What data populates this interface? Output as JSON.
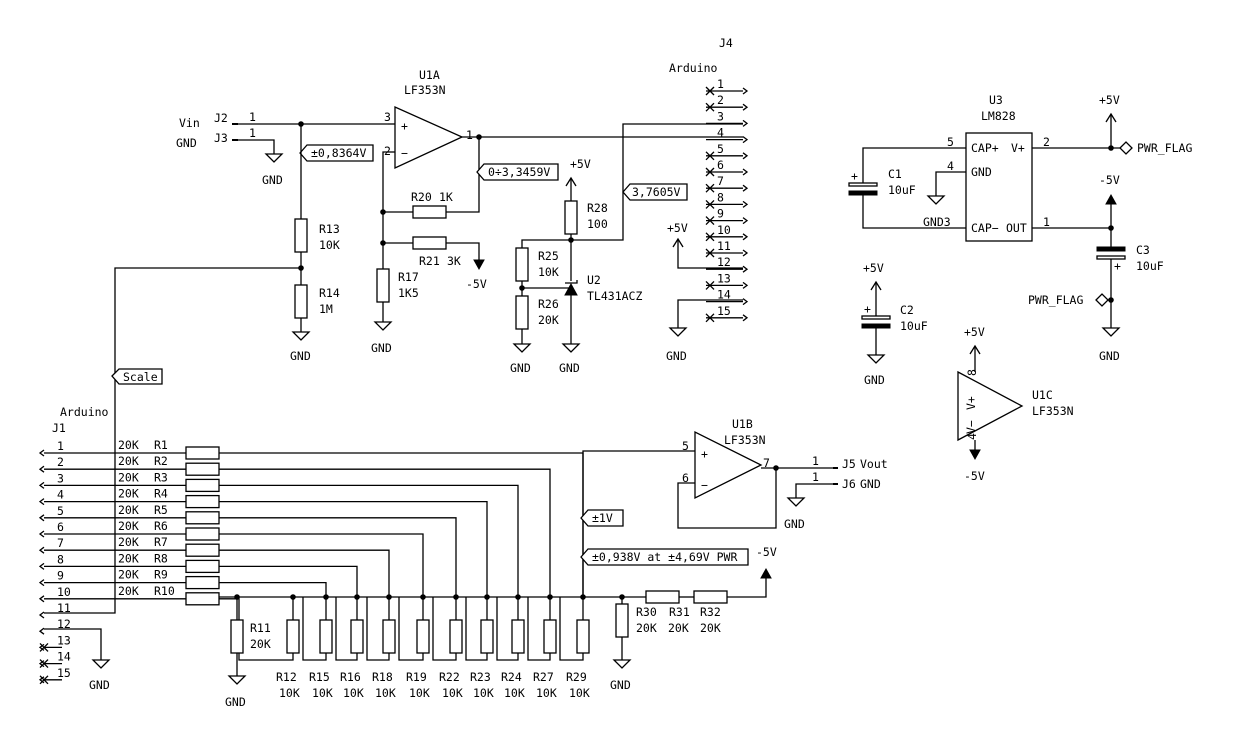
{
  "j4": {
    "ref": "J4",
    "value": "Arduino",
    "pins": [
      "1",
      "2",
      "3",
      "4",
      "5",
      "6",
      "7",
      "8",
      "9",
      "10",
      "11",
      "12",
      "13",
      "14",
      "15"
    ]
  },
  "j1": {
    "ref": "J1",
    "value": "Arduino",
    "pins": [
      "1",
      "2",
      "3",
      "4",
      "5",
      "6",
      "7",
      "8",
      "9",
      "10",
      "11",
      "12",
      "13",
      "14",
      "15"
    ]
  },
  "u1a": {
    "ref": "U1A",
    "value": "LF353N",
    "pin_in_p": "3",
    "pin_in_n": "2",
    "pin_out": "1"
  },
  "u1b": {
    "ref": "U1B",
    "value": "LF353N",
    "pin_in_p": "5",
    "pin_in_n": "6",
    "pin_out": "7"
  },
  "u1c": {
    "ref": "U1C",
    "value": "LF353N",
    "pin_vm": "4",
    "pin_vp": "8",
    "lbl_vm": "V−",
    "lbl_vp": "V+"
  },
  "u3": {
    "ref": "U3",
    "value": "LM828",
    "p_capp": "CAP+",
    "p_vp": "V+",
    "p_gnd": "GND",
    "p_capm": "CAP−",
    "p_out": "OUT",
    "n5": "5",
    "n2": "2",
    "n4": "4",
    "n3": "3",
    "n1": "1",
    "gnd3": "GND3"
  },
  "u2": {
    "ref": "U2",
    "value": "TL431ACZ"
  },
  "conn": {
    "j2": "J2",
    "j3": "J3",
    "j5": "J5",
    "j6": "J6",
    "vin": "Vin",
    "gnd": "GND",
    "vout": "Vout",
    "one": "1"
  },
  "nets": {
    "scale": "Scale",
    "v08364": "±0,8364V",
    "v03459": "0÷3,3459V",
    "v37605": "3,7605V",
    "v1": "±1V",
    "v0938": "±0,938V at ±4,69V PWR"
  },
  "power": {
    "gnd": "GND",
    "p5": "+5V",
    "m5": "-5V",
    "pwr_flag": "PWR_FLAG"
  },
  "res": {
    "r13": "R13",
    "v13": "10K",
    "r14": "R14",
    "v14": "1M",
    "r17": "R17",
    "v17": "1K5",
    "r20": "R20",
    "v20": "1K",
    "r21": "R21",
    "v21": "3K",
    "r25": "R25",
    "v25": "10K",
    "r26": "R26",
    "v26": "20K",
    "r28": "R28",
    "v28": "100",
    "r11": "R11",
    "v11": "20K",
    "r30": "R30",
    "r31": "R31",
    "r32": "R32",
    "v20k": "20K",
    "v10k": "10K",
    "ladder": [
      "R12",
      "R15",
      "R16",
      "R18",
      "R19",
      "R22",
      "R23",
      "R24",
      "R27",
      "R29"
    ],
    "inputs": [
      "R1",
      "R2",
      "R3",
      "R4",
      "R5",
      "R6",
      "R7",
      "R8",
      "R9",
      "R10"
    ]
  },
  "caps": {
    "c1": "C1",
    "vc1": "10uF",
    "c2": "C2",
    "vc2": "10uF",
    "c3": "C3",
    "vc3": "10uF"
  }
}
